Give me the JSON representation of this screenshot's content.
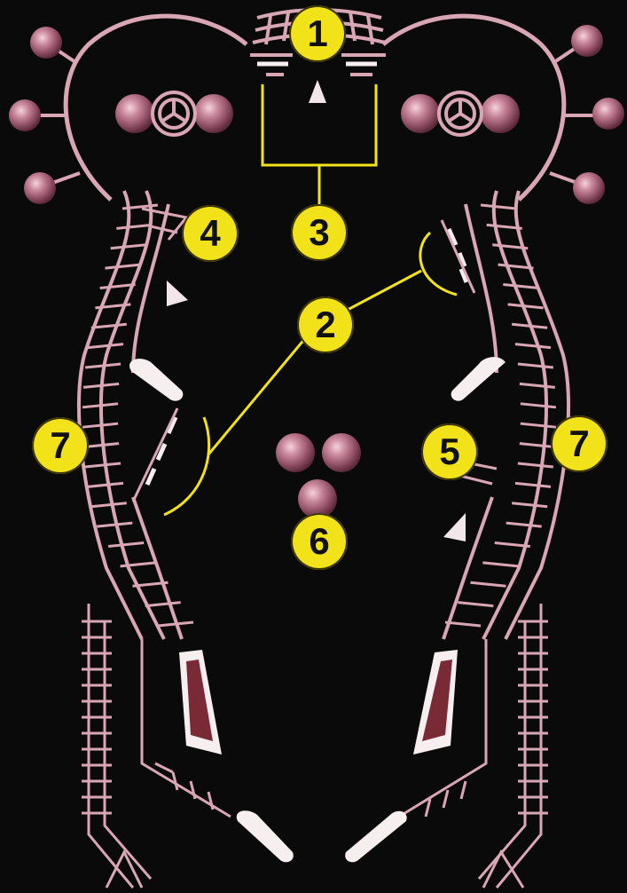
{
  "callouts": [
    {
      "id": "1",
      "label": "1"
    },
    {
      "id": "2",
      "label": "2"
    },
    {
      "id": "3",
      "label": "3"
    },
    {
      "id": "4",
      "label": "4"
    },
    {
      "id": "5",
      "label": "5"
    },
    {
      "id": "6",
      "label": "6"
    },
    {
      "id": "7a",
      "label": "7"
    },
    {
      "id": "7b",
      "label": "7"
    }
  ],
  "colors": {
    "background": "#0b0a0a",
    "outline": "#d9a6b5",
    "fill_dark": "#7a2a35",
    "marker": "#f2e21a",
    "leader": "#f2e21a",
    "highlight": "#f7eef0"
  },
  "icons": [
    "bumper-ball-icon",
    "spinner-wheel-icon",
    "flipper-icon",
    "arrow-indicator-icon",
    "slingshot-icon"
  ]
}
